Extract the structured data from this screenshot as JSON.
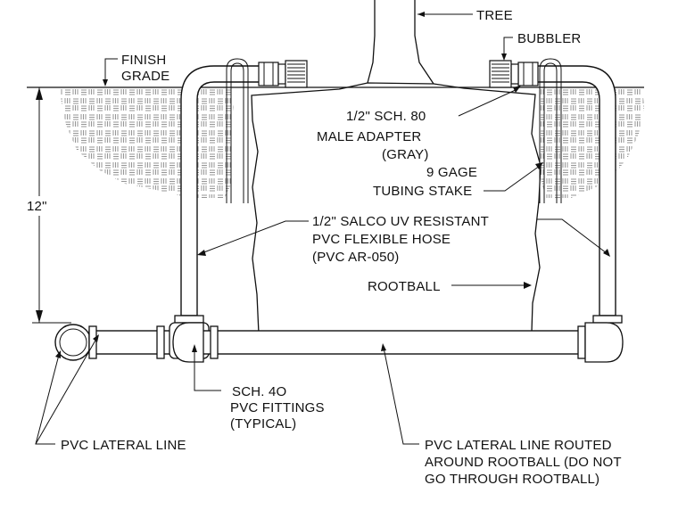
{
  "labels": {
    "tree": "TREE",
    "bubbler": "BUBBLER",
    "finish_grade_1": "FINISH",
    "finish_grade_2": "GRADE",
    "adapter_1": "1/2\" SCH. 80",
    "adapter_2": "MALE ADAPTER",
    "adapter_3": "(GRAY)",
    "stake_1": "9 GAGE",
    "stake_2": "TUBING STAKE",
    "hose_1": "1/2\" SALCO UV RESISTANT",
    "hose_2": "PVC FLEXIBLE HOSE",
    "hose_3": "(PVC AR-050)",
    "rootball": "ROOTBALL",
    "depth": "12\"",
    "fittings_1": "SCH. 4O",
    "fittings_2": "PVC FITTINGS",
    "fittings_3": "(TYPICAL)",
    "lateral": "PVC LATERAL LINE",
    "routed_1": "PVC LATERAL LINE ROUTED",
    "routed_2": "AROUND ROOTBALL (DO NOT",
    "routed_3": "GO THROUGH ROOTBALL)"
  }
}
